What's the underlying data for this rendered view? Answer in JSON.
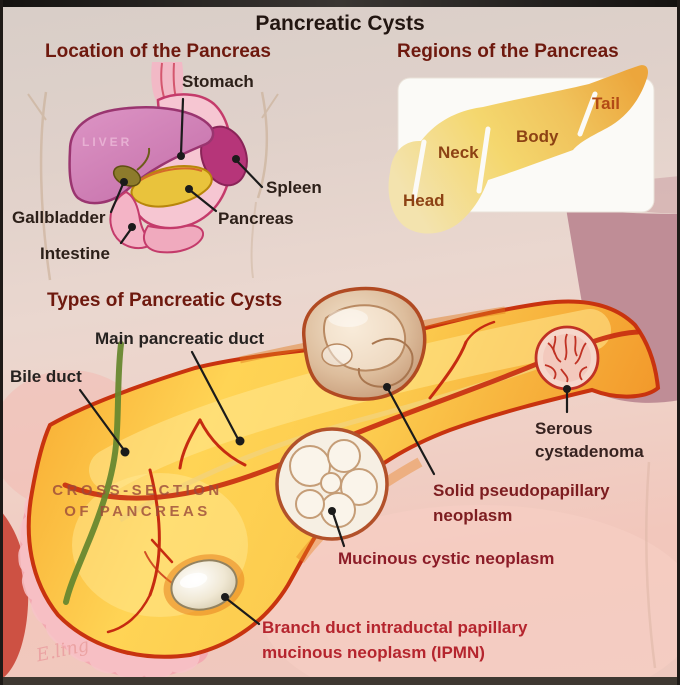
{
  "title": "Pancreatic Cysts",
  "location_panel": {
    "heading": "Location of the Pancreas",
    "labels": {
      "stomach": "Stomach",
      "liver": "LIVER",
      "spleen": "Spleen",
      "gallbladder": "Gallbladder",
      "pancreas": "Pancreas",
      "intestine": "Intestine"
    }
  },
  "regions_panel": {
    "heading": "Regions of the Pancreas",
    "labels": {
      "head": "Head",
      "neck": "Neck",
      "body": "Body",
      "tail": "Tail"
    }
  },
  "types_panel": {
    "heading": "Types of Pancreatic Cysts",
    "labels": {
      "main_pancreatic_duct": "Main pancreatic duct",
      "bile_duct": "Bile duct",
      "cross_section_line1": "CROSS-SECTION",
      "cross_section_line2": "OF PANCREAS",
      "serous_cystadenoma": "Serous cystadenoma",
      "solid_pseudopapillary": "Solid pseudopapillary neoplasm",
      "mucinous_cystic": "Mucinous cystic neoplasm",
      "ipmn": "Branch duct intraductal papillary mucinous neoplasm (IPMN)"
    }
  },
  "signature": "E.ling",
  "colors": {
    "heading_red": "#6e190e",
    "label_dark": "#2d2019",
    "label_red": "#b5252e",
    "label_maroon": "#7d1d20",
    "gland_orange": "#f2992b",
    "gland_yellow": "#ffd95e",
    "gland_outline": "#c8330f",
    "bile_duct_green": "#68882f",
    "liver_pink": "#d78abc",
    "spleen_magenta": "#b63579",
    "small_pancreas_yellow": "#e9c33c",
    "region_head": "#f3e3ae",
    "region_tail": "#eca63c",
    "mauve_band": "#bb8791"
  }
}
